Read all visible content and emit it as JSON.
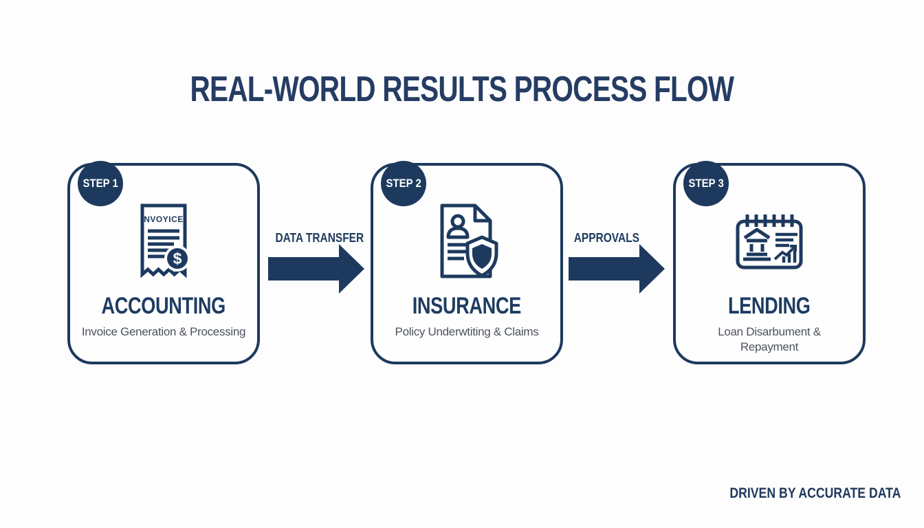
{
  "title": "REAL-WORLD RESULTS PROCESS FLOW",
  "footer": "DRIVEN BY ACCURATE DATA",
  "colors": {
    "navy": "#1d3a5e",
    "title_navy": "#253c63",
    "heading_navy": "#1e3c62",
    "subtitle_gray": "#4c525c",
    "background": "#fdfdfd",
    "badge_text": "#ffffff"
  },
  "steps": [
    {
      "badge": "STEP 1",
      "heading": "ACCOUNTING",
      "subtitle": "Invoice Generation & Processing",
      "icon": "invoice-receipt-icon",
      "icon_text": "NVOYICE",
      "icon_currency": "$"
    },
    {
      "badge": "STEP 2",
      "heading": "INSURANCE",
      "subtitle": "Policy Underwtiting & Claims",
      "icon": "policy-document-shield-icon"
    },
    {
      "badge": "STEP 3",
      "heading": "LENDING",
      "subtitle": "Loan Disarbument & Repayment",
      "icon": "calendar-bank-growth-icon"
    }
  ],
  "connectors": [
    {
      "label": "DATA TRANSFER"
    },
    {
      "label": "APPROVALS"
    }
  ]
}
